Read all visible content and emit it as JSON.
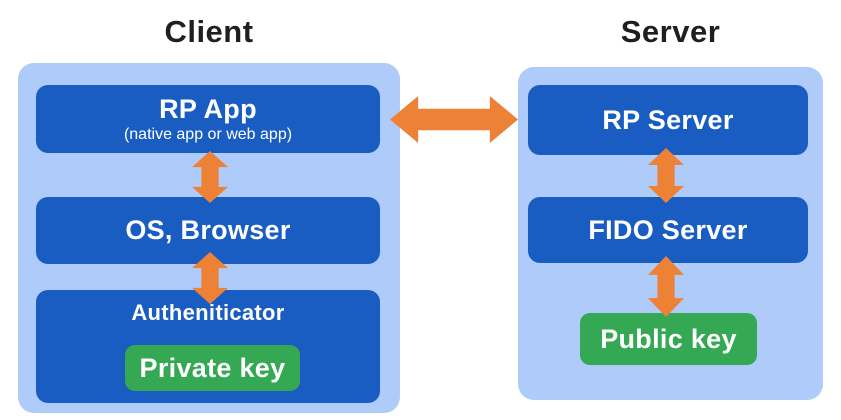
{
  "diagram": {
    "client": {
      "title": "Client",
      "rp_app": {
        "label": "RP App",
        "sublabel": "(native app or web app)"
      },
      "os_browser": {
        "label": "OS, Browser"
      },
      "authenticator": {
        "label": "Autheniticator",
        "private_key_label": "Private key"
      }
    },
    "server": {
      "title": "Server",
      "rp_server": {
        "label": "RP Server"
      },
      "fido_server": {
        "label": "FIDO Server"
      },
      "public_key_label": "Public key"
    },
    "arrows": {
      "client_rp_app_os": "bidirectional",
      "client_os_authenticator": "bidirectional",
      "client_server_link": "bidirectional",
      "server_rp_fido": "bidirectional",
      "server_fido_public_key": "bidirectional"
    },
    "colors": {
      "panel_bg": "#AECBFA",
      "box_bg": "#1A5DC2",
      "key_bg": "#34A853",
      "arrow": "#ED8136",
      "title_text": "#1F1F1F",
      "box_text": "#FFFFFF"
    }
  }
}
